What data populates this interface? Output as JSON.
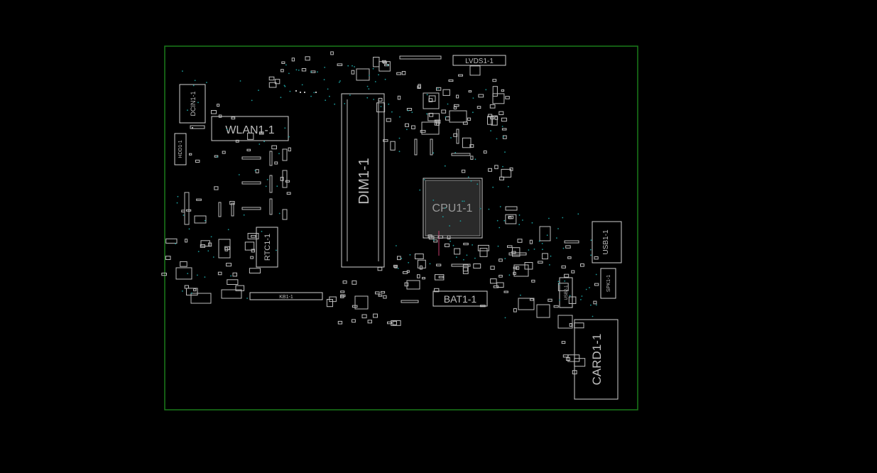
{
  "colors": {
    "background": "#000000",
    "board_outline": "#1a7a1a",
    "silkscreen": "#cfcfcf",
    "pad": "#bdbdbd",
    "via": "#1a9a9a",
    "trace": "#c23a6a"
  },
  "components": {
    "lvds": "LVDS1-1",
    "dcin": "DCIN1-1",
    "wlan": "WLAN1-1",
    "hdd": "HDD1-1",
    "dimm": "DIM1-1",
    "cpu": "CPU1-1",
    "rtc": "RTC1-1",
    "kb": "KB1-1",
    "bat": "BAT1-1",
    "usb": "USB1-1",
    "usb2": "USB2-1",
    "spk": "SPK1-1",
    "card": "CARD1-1"
  }
}
